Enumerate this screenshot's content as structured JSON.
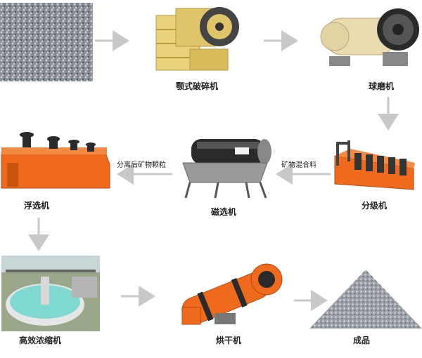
{
  "nodes": {
    "raw_ore": {
      "label": ""
    },
    "jaw_crusher": {
      "label": "颚式破碎机"
    },
    "ball_mill": {
      "label": "球磨机"
    },
    "classifier": {
      "label": "分级机"
    },
    "magnetic_separator": {
      "label": "磁选机"
    },
    "flotation_machine": {
      "label": "浮选机"
    },
    "thickener": {
      "label": "高效浓缩机"
    },
    "dryer": {
      "label": "烘干机"
    },
    "product": {
      "label": "成品"
    }
  },
  "edges": {
    "classifier_to_magnetic": {
      "label": "矿物混合料"
    },
    "magnetic_to_flotation": {
      "label": "分离后矿物颗粒"
    }
  },
  "colors": {
    "arrow": "#c8c8c8",
    "machine_orange": "#f06a1e",
    "machine_dark": "#2a2a2a",
    "crusher_yellow": "#e9d27a",
    "mill_cream": "#eadcb0",
    "water": "#7fd9d0"
  }
}
